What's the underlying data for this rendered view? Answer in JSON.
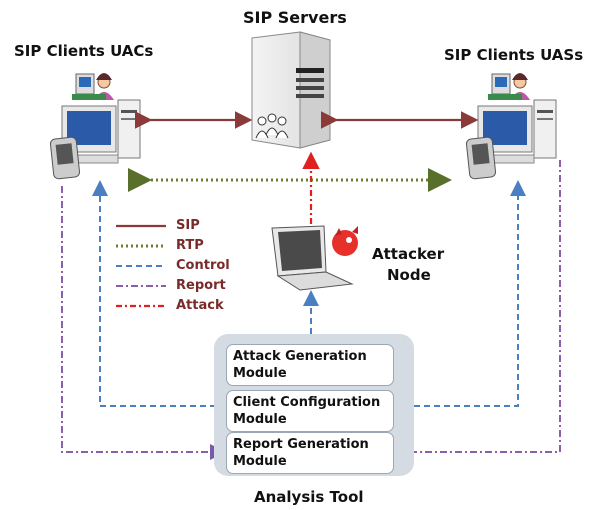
{
  "labels": {
    "sip_servers": "SIP Servers",
    "uacs": "SIP Clients UACs",
    "uass": "SIP Clients UASs",
    "attacker_line1": "Attacker",
    "attacker_line2": "Node",
    "analysis_tool": "Analysis Tool"
  },
  "legend": [
    {
      "label": "SIP",
      "color": "#8b3a3a",
      "style": "solid"
    },
    {
      "label": "RTP",
      "color": "#6b7f2f",
      "style": "dotted"
    },
    {
      "label": "Control",
      "color": "#4a7fc1",
      "style": "dashed"
    },
    {
      "label": "Report",
      "color": "#8a5fb0",
      "style": "dashdot"
    },
    {
      "label": "Attack",
      "color": "#e02020",
      "style": "dashdot"
    }
  ],
  "modules": [
    {
      "line1": "Attack Generation",
      "line2": "Module"
    },
    {
      "line1": "Client Configuration",
      "line2": "Module"
    },
    {
      "line1": "Report Generation",
      "line2": "Module"
    }
  ]
}
